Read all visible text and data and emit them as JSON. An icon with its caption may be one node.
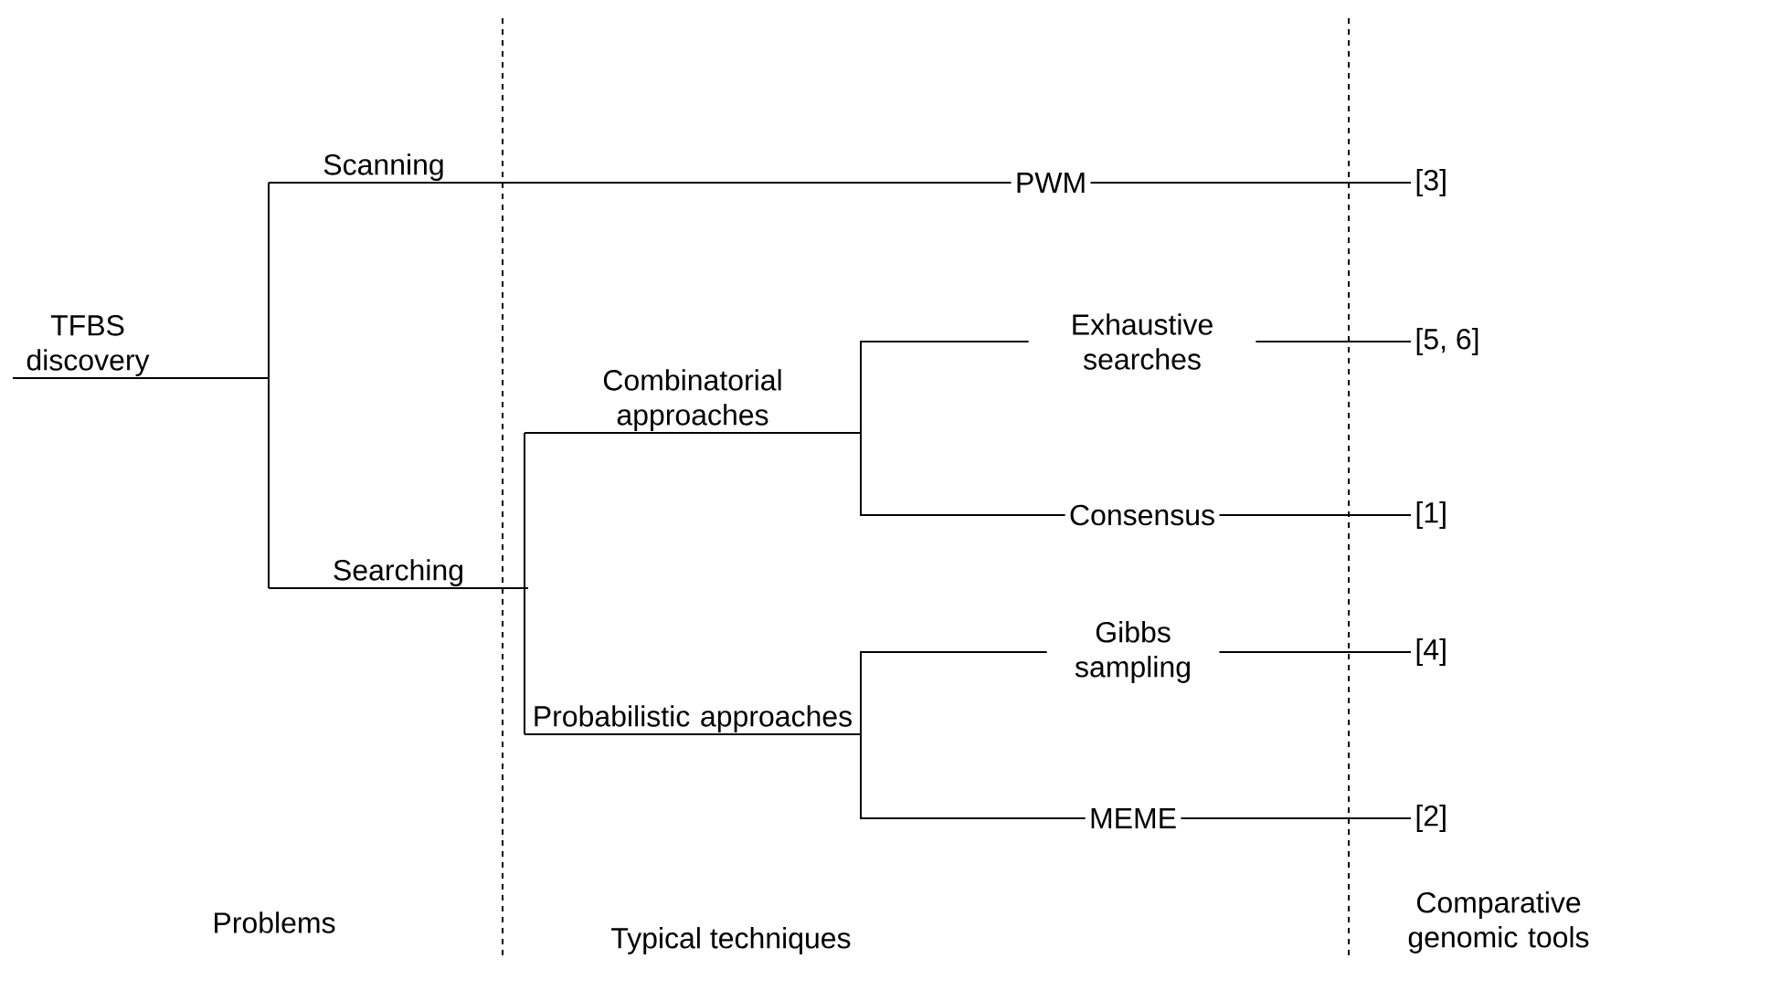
{
  "diagram": {
    "nodes": [
      {
        "text": [
          "TFBS discovery"
        ]
      },
      {
        "text": [
          "Scanning"
        ]
      },
      {
        "text": [
          "Searching"
        ]
      },
      {
        "text": [
          "Combinatorial approaches"
        ]
      },
      {
        "text": [
          "Probabilistic approaches"
        ]
      },
      {
        "text": [
          "PWM"
        ]
      },
      {
        "text": [
          "Exhaustive searches"
        ]
      },
      {
        "text": [
          "Consensus"
        ]
      },
      {
        "text": [
          "Gibbs sampling"
        ]
      },
      {
        "text": [
          "MEME"
        ]
      },
      {
        "text": [
          "[3]"
        ]
      },
      {
        "text": [
          "[5, 6]"
        ]
      },
      {
        "text": [
          "[1]"
        ]
      },
      {
        "text": [
          "[4]"
        ]
      },
      {
        "text": [
          "[2]"
        ]
      }
    ],
    "edges": [
      {
        "from": 0,
        "to": 1,
        "arrow": "none"
      },
      {
        "from": 0,
        "to": 2,
        "arrow": "none"
      },
      {
        "from": 1,
        "to": 5,
        "arrow": "none"
      },
      {
        "from": 2,
        "to": 3,
        "arrow": "none"
      },
      {
        "from": 2,
        "to": 4,
        "arrow": "none"
      },
      {
        "from": 3,
        "to": 6,
        "arrow": "none"
      },
      {
        "from": 3,
        "to": 7,
        "arrow": "none"
      },
      {
        "from": 4,
        "to": 8,
        "arrow": "none"
      },
      {
        "from": 4,
        "to": 9,
        "arrow": "none"
      },
      {
        "from": 5,
        "to": 10,
        "arrow": "none"
      },
      {
        "from": 6,
        "to": 11,
        "arrow": "none"
      },
      {
        "from": 7,
        "to": 12,
        "arrow": "none"
      },
      {
        "from": 8,
        "to": 13,
        "arrow": "none"
      },
      {
        "from": 9,
        "to": 14,
        "arrow": "none"
      }
    ],
    "labels": [
      "Problems",
      "Typical techniques",
      "Comparative genomic tools"
    ]
  }
}
